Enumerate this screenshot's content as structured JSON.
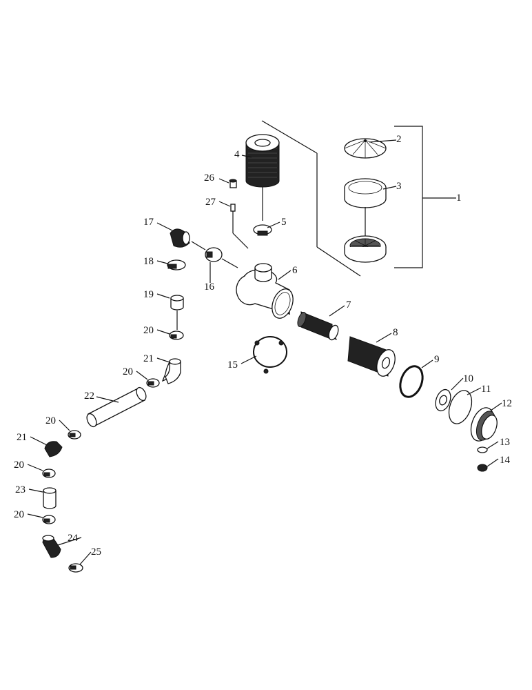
{
  "diagram": {
    "labels": {
      "p1": "1",
      "p2": "2",
      "p3": "3",
      "p4": "4",
      "p5": "5",
      "p6": "6",
      "p7": "7",
      "p8": "8",
      "p9": "9",
      "p10": "10",
      "p11": "11",
      "p12": "12",
      "p13": "13",
      "p14": "14",
      "p15": "15",
      "p16": "16",
      "p17": "17",
      "p18": "18",
      "p19": "19",
      "p20a": "20",
      "p20b": "20",
      "p20c": "20",
      "p20d": "20",
      "p20e": "20",
      "p21a": "21",
      "p21b": "21",
      "p22": "22",
      "p23": "23",
      "p24": "24",
      "p25": "25",
      "p26": "26",
      "p27": "27"
    }
  }
}
